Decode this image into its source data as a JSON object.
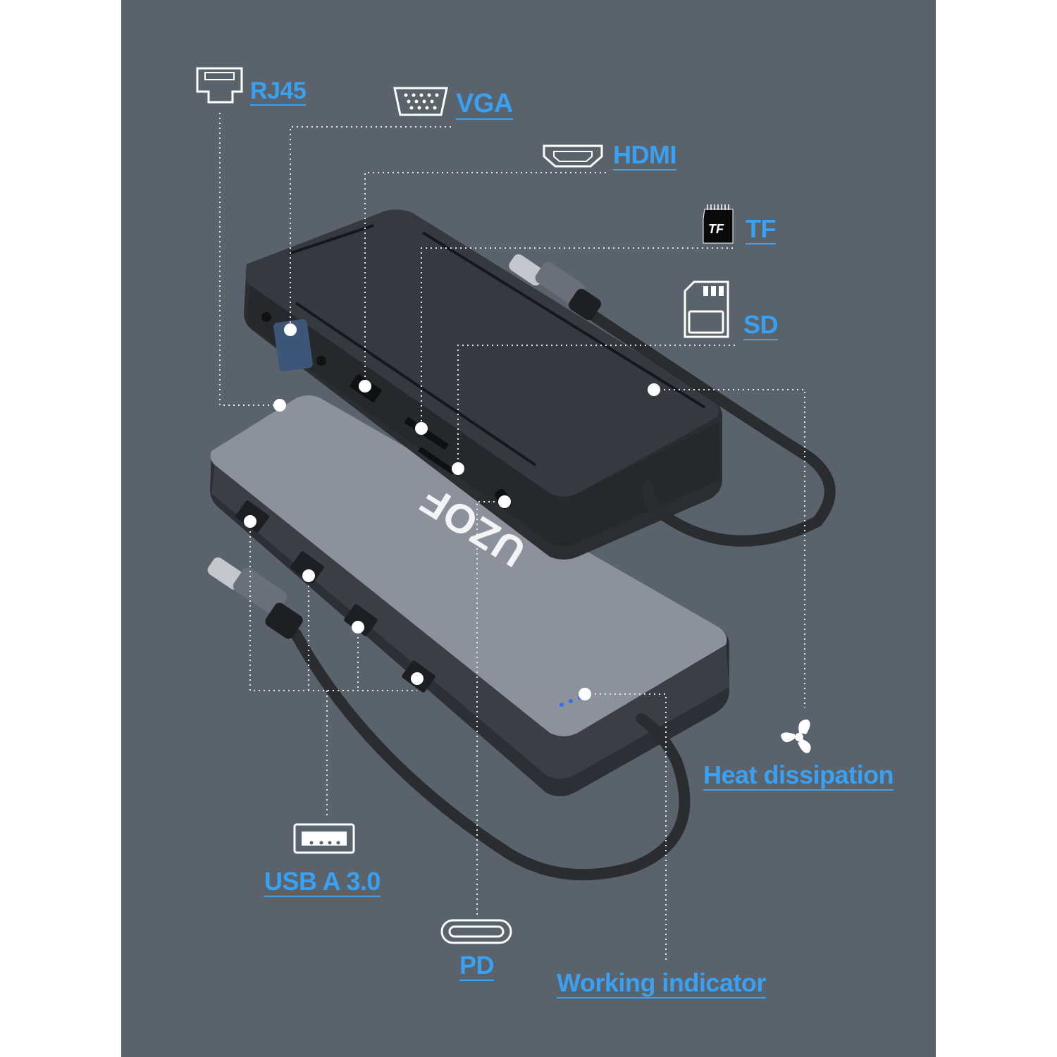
{
  "brand": "UZOF",
  "ports": {
    "rj45": "RJ45",
    "vga": "VGA",
    "hdmi": "HDMI",
    "tf": "TF",
    "sd": "SD",
    "heat": "Heat dissipation",
    "usb": "USB A 3.0",
    "pd": "PD",
    "indicator": "Working indicator"
  },
  "icons": {
    "tf_card_text": "TF"
  },
  "colors": {
    "panel_background": "#5a636b",
    "label_blue": "#3aa0f2",
    "device_top": "#3a3d41",
    "device_bottom": "#8e929c",
    "led_blue": "#2f6ff0"
  }
}
